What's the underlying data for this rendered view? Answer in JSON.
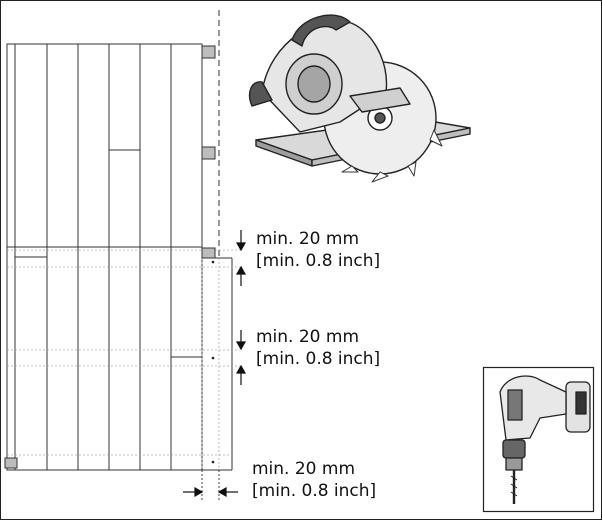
{
  "dimensions": [
    {
      "line1": "min. 20 mm",
      "line2": "[min. 0.8 inch]"
    },
    {
      "line1": "min. 20 mm",
      "line2": "[min. 0.8 inch]"
    },
    {
      "line1": "min. 20 mm",
      "line2": "[min. 0.8 inch]"
    }
  ],
  "tools": {
    "saw": "circular-saw-icon",
    "drill": "cordless-drill-icon"
  },
  "colors": {
    "line": "#222222",
    "dashed": "#999999",
    "tool_fill": "#e6e6e6",
    "tool_dark": "#555555"
  }
}
